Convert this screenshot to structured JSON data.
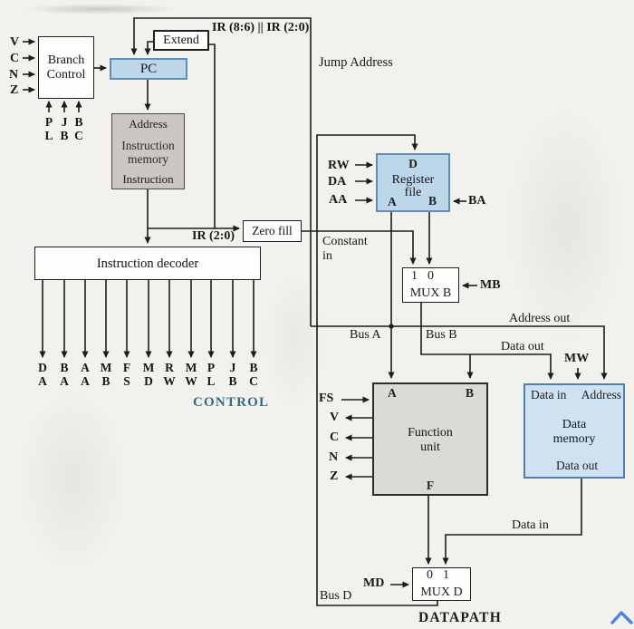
{
  "blocks": {
    "branch_control": {
      "line1": "Branch",
      "line2": "Control"
    },
    "pc": {
      "label": "PC"
    },
    "extend": {
      "label": "Extend"
    },
    "instruction_memory": {
      "top_port": "Address",
      "line1": "Instruction",
      "line2": "memory",
      "bottom_port": "Instruction"
    },
    "zero_fill": {
      "label": "Zero fill"
    },
    "instruction_decoder": {
      "label": "Instruction decoder"
    },
    "register_file": {
      "top_port": "D",
      "line1": "Register",
      "line2": "file",
      "port_a": "A",
      "port_b": "B"
    },
    "mux_b": {
      "input_left": "1",
      "input_right": "0",
      "label": "MUX B"
    },
    "function_unit": {
      "port_a": "A",
      "port_b": "B",
      "line1": "Function",
      "line2": "unit",
      "port_f": "F"
    },
    "data_memory": {
      "port_data_in": "Data in",
      "port_address": "Address",
      "line1": "Data",
      "line2": "memory",
      "port_data_out": "Data out"
    },
    "mux_d": {
      "input_left": "0",
      "input_right": "1",
      "label": "MUX D"
    }
  },
  "status_inputs": [
    "V",
    "C",
    "N",
    "Z"
  ],
  "function_unit_status": [
    "V",
    "C",
    "N",
    "Z"
  ],
  "branch_control_signals": [
    {
      "t": "P",
      "b": "L"
    },
    {
      "t": "J",
      "b": "B"
    },
    {
      "t": "B",
      "b": "C"
    }
  ],
  "decoder_outputs": [
    {
      "t": "D",
      "b": "A"
    },
    {
      "t": "B",
      "b": "A"
    },
    {
      "t": "A",
      "b": "A"
    },
    {
      "t": "M",
      "b": "B"
    },
    {
      "t": "F",
      "b": "S"
    },
    {
      "t": "M",
      "b": "D"
    },
    {
      "t": "R",
      "b": "W"
    },
    {
      "t": "M",
      "b": "W"
    },
    {
      "t": "P",
      "b": "L"
    },
    {
      "t": "J",
      "b": "B"
    },
    {
      "t": "B",
      "b": "C"
    }
  ],
  "wire_labels": {
    "ir_concat": "IR (8:6) || IR (2:0)",
    "jump_address": "Jump Address",
    "ir_2_0": "IR (2:0)",
    "constant_line1": "Constant",
    "constant_line2": "in",
    "rw": "RW",
    "da": "DA",
    "aa": "AA",
    "ba": "BA",
    "mb": "MB",
    "fs": "FS",
    "md": "MD",
    "mw": "MW",
    "bus_a": "Bus A",
    "bus_b": "Bus B",
    "bus_d": "Bus D",
    "address_out": "Address out",
    "data_out": "Data out",
    "data_in": "Data in"
  },
  "section_labels": {
    "control": "CONTROL",
    "datapath": "DATAPATH"
  },
  "icons": {
    "scroll_chevron": "chevron-up"
  },
  "colors": {
    "box_blue": "#bcd6ea",
    "box_blue_border": "#5d8fb8",
    "memory_gray": "#c9c6c3",
    "function_gray": "#dcdad6",
    "data_memory_blue": "#cfe2f1",
    "data_memory_border": "#4b7fb5",
    "control_label": "#2f6d7e",
    "chevron_blue": "#4b82e8",
    "line": "#1c1c1c",
    "paper": "#f2f1ed"
  }
}
